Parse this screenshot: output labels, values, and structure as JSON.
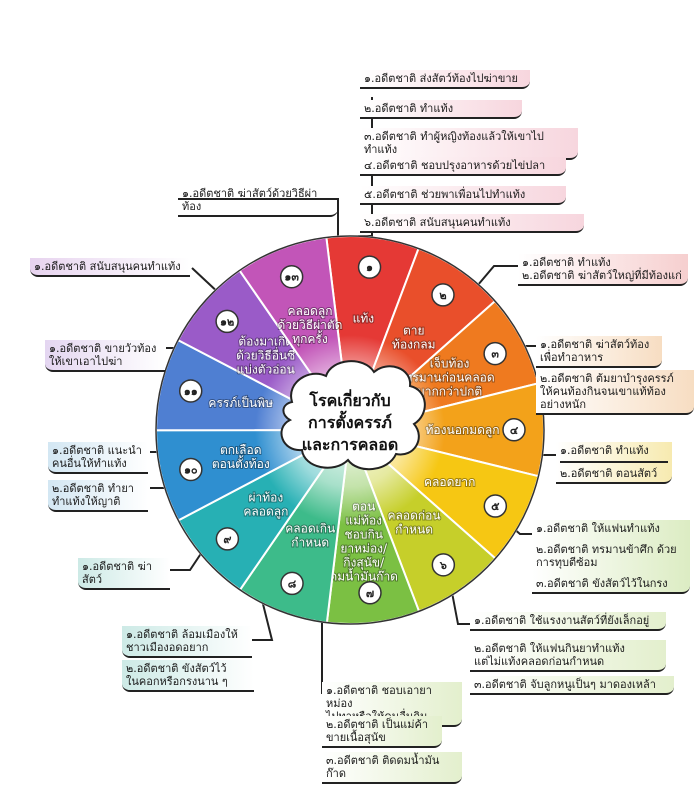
{
  "center_title": [
    "โรคเกี่ยวกับ",
    "การตั้งครรภ์",
    "และการคลอด"
  ],
  "colors": {
    "segments": [
      "#e53935",
      "#e94f2b",
      "#ef7a1f",
      "#f3a21a",
      "#f6c713",
      "#c6cf2a",
      "#7bc043",
      "#3dbb8a",
      "#27b0b4",
      "#2f8fd0",
      "#4f7fd2",
      "#9a5bc8",
      "#c255b8"
    ],
    "outline": "#333333",
    "badge": "#ffffff"
  },
  "segments": [
    {
      "number": "๑",
      "label": [
        "แท้ง"
      ]
    },
    {
      "number": "๒",
      "label": [
        "ตาย",
        "ท้องกลม"
      ]
    },
    {
      "number": "๓",
      "label": [
        "เจ็บท้อง",
        "ทรมานก่อนคลอด",
        "มากกว่าปกติ"
      ]
    },
    {
      "number": "๔",
      "label": [
        "ท้องนอกมดลูก"
      ]
    },
    {
      "number": "๕",
      "label": [
        "คลอดยาก"
      ]
    },
    {
      "number": "๖",
      "label": [
        "คลอดก่อน",
        "กำหนด"
      ]
    },
    {
      "number": "๗",
      "label": [
        "ตอน",
        "แม่ท้อง",
        "ชอบกิน",
        "ยาหม่อง/",
        "กิ่งสุนัข/",
        "ดมน้ำมันก๊าด"
      ]
    },
    {
      "number": "๘",
      "label": [
        "คลอดเกิน",
        "กำหนด"
      ]
    },
    {
      "number": "๙",
      "label": [
        "ผ่าท้อง",
        "คลอดลูก"
      ]
    },
    {
      "number": "๑๐",
      "label": [
        "ตกเลือด",
        "ตอนตั้งท้อง"
      ]
    },
    {
      "number": "๑๑",
      "label": [
        "ครรภ์เป็นพิษ"
      ]
    },
    {
      "number": "๑๒",
      "label": [
        "ต้องมาเกิด",
        "ด้วยวิธีอื่นซี",
        "แบ่งตัวอ่อน"
      ]
    },
    {
      "number": "๑๓",
      "label": [
        "คลอดลูก",
        "ด้วยวิธีผ่าตัด",
        "ทุกครั้ง"
      ]
    }
  ],
  "notes": {
    "top_list": [
      "๑.อดีตชาติ ส่งสัตว์ท้องไปฆ่าขาย",
      "๒.อดีตชาติ ทำแท้ง",
      "๓.อดีตชาติ ทำผู้หญิงท้องแล้วให้เขาไปทำแท้ง",
      "๔.อดีตชาติ ชอบปรุงอาหารด้วยไข่ปลา",
      "๕.อดีตชาติ ช่วยพาเพื่อนไปทำแท้ง",
      "๖.อดีตชาติ สนับสนุนคนทำแท้ง"
    ],
    "top_left": "๑.อดีตชาติ ฆ่าสัตว์ด้วยวิธีผ่าท้อง",
    "left1": "๑.อดีตชาติ สนับสนุนคนทำแท้ง",
    "left2": [
      "๑.อดีตชาติ ขายวัวท้อง",
      "ให้เขาเอาไปฆ่า"
    ],
    "left3a": [
      "๑.อดีตชาติ แนะนำ",
      "คนอื่นให้ทำแท้ง"
    ],
    "left3b": [
      "๒.อดีตชาติ ทำยา",
      "ทำแท้งให้ญาติ"
    ],
    "left4": "๑.อดีตชาติ ฆ่าสัตว์",
    "left5a": [
      "๑.อดีตชาติ ล้อมเมืองให้",
      "ชาวเมืองอดอยาก"
    ],
    "left5b": [
      "๒.อดีตชาติ ขังสัตว์ไว้",
      "ในคอกหรือกรงนาน ๆ"
    ],
    "bottom": [
      [
        "๑.อดีตชาติ ชอบเอายาหม่อง",
        "ไปทาหรือให้คนอื่นกิน"
      ],
      [
        "๒.อดีตชาติ เป็นแม่ค้า",
        "ขายเนื้อสุนัข"
      ],
      [
        "๓.อดีตชาติ ติดดมน้ำมันก๊าด"
      ]
    ],
    "right1": [
      "๑.อดีตชาติ ทำแท้ง",
      "๒.อดีตชาติ ฆ่าสัตว์ใหญ่ที่มีท้องแก่"
    ],
    "right2a": [
      "๑.อดีตชาติ ฆ่าสัตว์ท้อง",
      "เพื่อทำอาหาร"
    ],
    "right2b": [
      "๒.อดีตชาติ ต้มยาบำรุงครรภ์",
      "ให้คนท้องกินจนเขาแท้ท้อง",
      "อย่างหนัก"
    ],
    "right3": [
      "๑.อดีตชาติ ทำแท้ง",
      "๒.อดีตชาติ ตอนสัตว์"
    ],
    "right4": [
      "๑.อดีตชาติ ให้แฟนทำแท้ง",
      "๒.อดีตชาติ ทรมานข้าศึก ด้วยการทุบตีซ้อม",
      "๓.อดีตชาติ ขังสัตว์ไว้ในกรง"
    ],
    "right5": [
      [
        "๑.อดีตชาติ ใช้แรงงานสัตว์ที่ยังเล็กอยู่"
      ],
      [
        "๒.อดีตชาติ ให้แฟนกินยาทำแท้ง",
        "แต่ไม่แท้งคลอดก่อนกำหนด"
      ],
      [
        "๓.อดีตชาติ จับลูกหนูเป็นๆ มาดองเหล้า"
      ]
    ]
  }
}
